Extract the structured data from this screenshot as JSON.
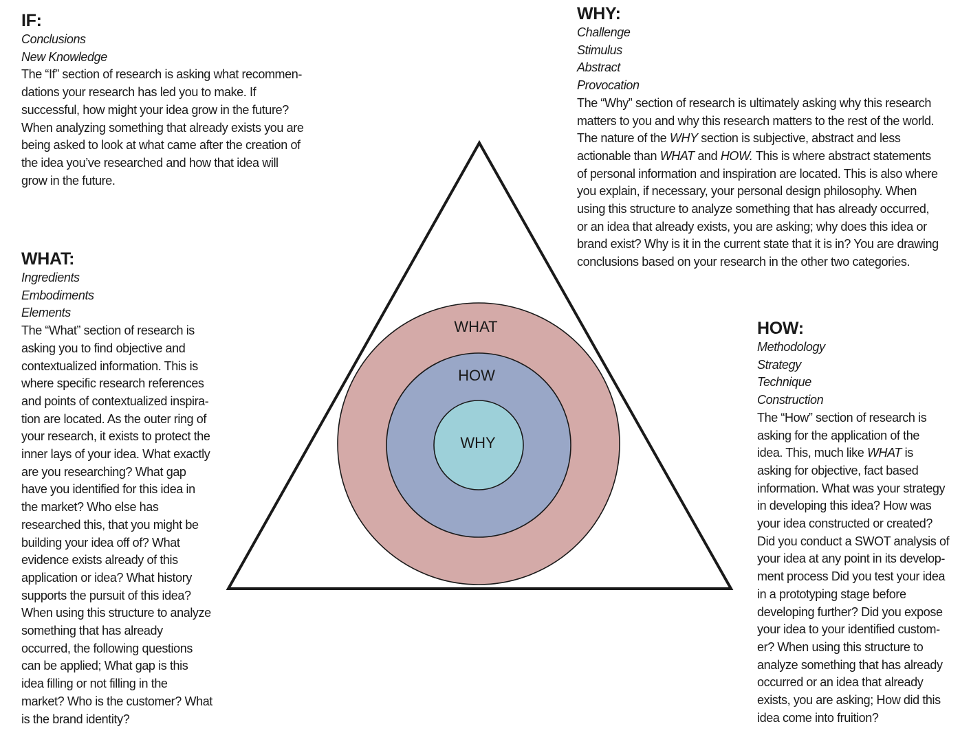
{
  "if": {
    "heading": "IF:",
    "keywords": [
      "Conclusions",
      "New Knowledge"
    ],
    "body": [
      "The “If” section of research is asking what recommen-",
      "dations your research has led you to make. If",
      "successful, how might your idea grow in the future?",
      "When analyzing something that already exists you are",
      "being asked to look at what came after the creation of",
      "the idea you’ve researched and how that idea will",
      "grow in the future."
    ]
  },
  "why": {
    "heading": "WHY:",
    "keywords": [
      "Challenge",
      "Stimulus",
      "Abstract",
      "Provocation"
    ],
    "body": [
      "The “Why” section of research is ultimately asking why this research",
      "matters to you and why this research matters to the rest of the world.",
      [
        "The nature of the ",
        "WHY",
        " section is subjective, abstract and less"
      ],
      [
        "actionable than ",
        "WHAT",
        " and ",
        "HOW.",
        " This is where abstract statements"
      ],
      "of personal information and inspiration are located. This is also where",
      "you explain, if necessary, your personal design philosophy. When",
      "using this structure to analyze something that has already occurred,",
      "or an idea that already exists, you are asking; why does this idea or",
      "brand exist? Why is it in the current state that it is in? You are drawing",
      "conclusions based on your research in the other two categories."
    ]
  },
  "what": {
    "heading": "WHAT:",
    "keywords": [
      "Ingredients",
      "Embodiments",
      "Elements"
    ],
    "body": [
      "The “What” section of research is",
      "asking you to find objective and",
      "contextualized information. This is",
      "where specific research references",
      "and points of contextualized inspira-",
      "tion are located. As the outer ring of",
      "your research, it exists to protect the",
      "inner lays of your idea. What exactly",
      "are you researching? What gap",
      "have you identified for this idea in",
      "the market? Who else has",
      "researched this, that you might be",
      "building your idea off of? What",
      "evidence exists already of this",
      "application or idea? What history",
      "supports the pursuit of this idea?",
      "When using this structure to analyze",
      "something that has already",
      "occurred, the following questions",
      "can be applied; What gap is this",
      "idea filling or not filling in the",
      "market? Who is the customer? What",
      "is the brand identity?"
    ]
  },
  "how": {
    "heading": "HOW:",
    "keywords": [
      "Methodology",
      "Strategy",
      "Technique",
      "Construction"
    ],
    "body": [
      "The “How” section of research is",
      "asking for the application of the",
      [
        "idea. This, much like ",
        "WHAT",
        " is"
      ],
      "asking for objective, fact based",
      "information. What was your strategy",
      "in developing this idea? How was",
      "your idea constructed or created?",
      "Did you conduct a SWOT analysis of",
      "your idea at any point in its develop-",
      "ment process Did you test your idea",
      "in a prototyping stage before",
      "developing further? Did you expose",
      "your idea to your identified custom-",
      "er? When using this structure to",
      "analyze something that has already",
      "occurred or an idea that already",
      "exists, you are asking; How did this",
      "idea come into fruition?"
    ]
  },
  "diagram": {
    "rings": [
      {
        "label": "WHAT",
        "color": "#d4aaa8"
      },
      {
        "label": "HOW",
        "color": "#99a7c7"
      },
      {
        "label": "WHY",
        "color": "#9dd0d9"
      }
    ],
    "outline_color": "#1a1a1a"
  }
}
